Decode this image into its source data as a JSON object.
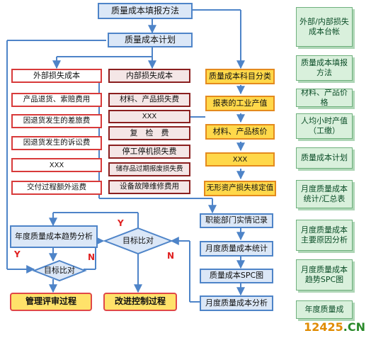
{
  "flow": {
    "method": "质量成本填报方法",
    "plan": "质量成本计划",
    "external": "外部损失成本",
    "internal": "内部损失成本",
    "ext_items": [
      "产品退货、索赔费用",
      "因退货发生的差旅费",
      "因退货发生的诉讼费",
      "XXX",
      "交付过程额外运费"
    ],
    "int_items": [
      "材料、产品损失费",
      "XXX",
      "复　检　费",
      "停工停机损失费",
      "储存品过期报废损失费",
      "设备故障维修费用"
    ],
    "subject_class": "质量成本科目分类",
    "subject_items": [
      "报表的工业产值",
      "材料、产品核价",
      "XXX",
      "无形资产损失核定值"
    ],
    "records": "职能部门实情记录",
    "monthly_stat": "月度质量成本统计",
    "spc": "质量成本SPC图",
    "monthly_analysis": "月度质量成本分析",
    "trend": "年度质量成本趋势分析",
    "compare1": "目标比对",
    "compare2": "目标比对",
    "review": "管理评审过程",
    "improve": "改进控制过程",
    "yes": "Y",
    "no": "N"
  },
  "docs": [
    "外部/内部损失成本台帐",
    "质量成本填报方法",
    "材料、产品价格",
    "人均小时产值（工缴）",
    "质量成本计划",
    "月度质量成本统计/汇总表",
    "月度质量成本主要原因分析",
    "月度质量成本趋势SPC图",
    "年度质量成"
  ],
  "watermark": {
    "num": "12425",
    "suffix": ".CN"
  },
  "colors": {
    "line": "#4e84c8",
    "red_line": "#d83a3a"
  }
}
